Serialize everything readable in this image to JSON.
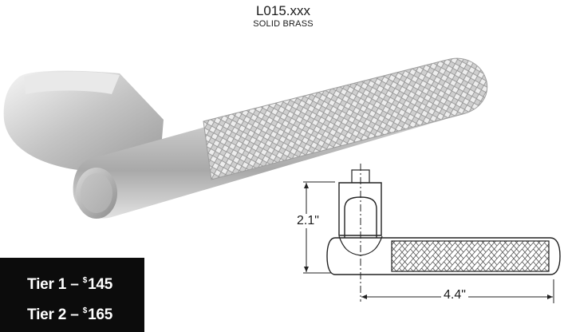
{
  "product": {
    "model": "L015.xxx",
    "material": "SOLID BRASS"
  },
  "dimensions": {
    "height": "2.1ʺ",
    "width": "4.4ʺ"
  },
  "pricing": {
    "tiers": [
      {
        "label": "Tier 1 – ",
        "currency": "$",
        "amount": "145"
      },
      {
        "label": "Tier 2 – ",
        "currency": "$",
        "amount": "165"
      }
    ]
  },
  "colors": {
    "tier_bg": "#0c0c0c",
    "tier_text": "#ffffff"
  }
}
